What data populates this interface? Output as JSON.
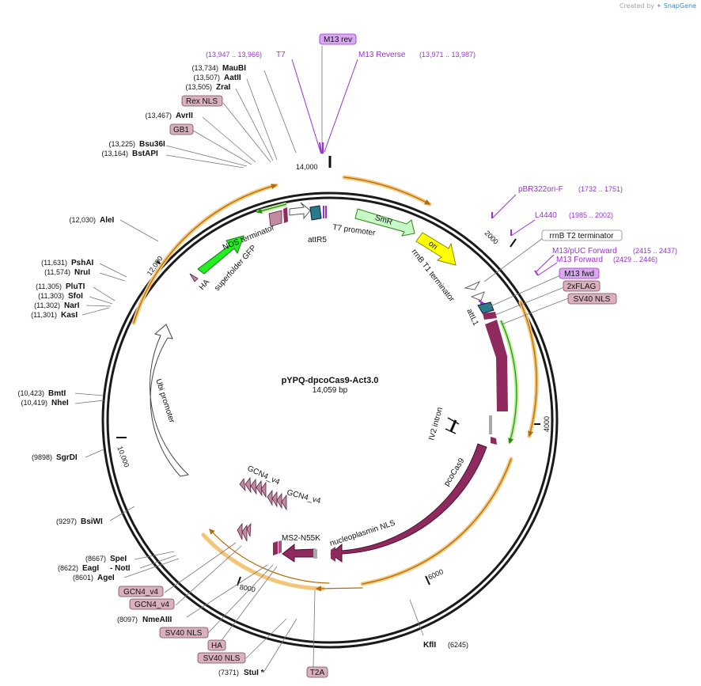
{
  "credit": {
    "prefix": "Created by",
    "brand": "SnapGene"
  },
  "plasmid": {
    "name": "pYPQ-dpcoCas9-Act3.0",
    "length": "14,059 bp"
  },
  "ticks": [
    "2000",
    "4000",
    "6000",
    "8000",
    "10,000",
    "12,000",
    "14,000"
  ],
  "features": {
    "smr": "SmR",
    "ori": "ori",
    "rrnb_t1": "rrnB T1 terminator",
    "attl1": "attL1",
    "iv2_intron": "IV2 intron",
    "pcocas9": "pcoCas9",
    "nucleoplasmin_nls": "nucleoplasmin NLS",
    "ms2": "MS2-N55K",
    "gcn4_a": "GCN4_v4",
    "gcn4_b": "GCN4_v4",
    "ubi": "Ubi promoter",
    "ha": "HA",
    "sfgfp": "superfolder GFP",
    "nos": "NOS terminator",
    "attr5": "attR5",
    "t7": "T7 promoter"
  },
  "top_labels": {
    "m13rev": "M13 rev",
    "t7_coords": "(13,947 .. 13,966)",
    "t7": "T7",
    "m13reverse": "M13 Reverse",
    "m13reverse_coords": "(13,971 .. 13,987)"
  },
  "left_labels": [
    {
      "coord": "(13,734)",
      "name": "MauBI"
    },
    {
      "coord": "(13,507)",
      "name": "AatII"
    },
    {
      "coord": "(13,505)",
      "name": "ZraI"
    },
    {
      "box": "Rex NLS"
    },
    {
      "coord": "(13,467)",
      "name": "AvrII"
    },
    {
      "box": "GB1"
    },
    {
      "coord": "(13,225)",
      "name": "Bsu36I"
    },
    {
      "coord": "(13,164)",
      "name": "BstAPI"
    },
    {
      "coord": "(12,030)",
      "name": "AleI"
    },
    {
      "coord": "(11,631)",
      "name": "PshAI"
    },
    {
      "coord": "(11,574)",
      "name": "NruI"
    },
    {
      "coord": "(11,305)",
      "name": "PluTI"
    },
    {
      "coord": "(11,303)",
      "name": "SfoI"
    },
    {
      "coord": "(11,302)",
      "name": "NarI"
    },
    {
      "coord": "(11,301)",
      "name": "KasI"
    },
    {
      "coord": "(10,423)",
      "name": "BmtI"
    },
    {
      "coord": "(10,419)",
      "name": "NheI"
    },
    {
      "coord": "(9898)",
      "name": "SgrDI"
    },
    {
      "coord": "(9297)",
      "name": "BsiWI"
    },
    {
      "coord": "(8667)",
      "name": "SpeI"
    },
    {
      "coord": "(8622)",
      "name": "EagI",
      "extra": "- NotI"
    },
    {
      "coord": "(8601)",
      "name": "AgeI"
    }
  ],
  "bottom_labels": {
    "gcn4_box1": "GCN4_v4",
    "gcn4_box2": "GCN4_v4",
    "nmeaiii_coord": "(8097)",
    "nmeaiii": "NmeAIII",
    "sv40_box1": "SV40 NLS",
    "ha_box": "HA",
    "sv40_box2": "SV40 NLS",
    "stui_coord": "(7371)",
    "stui": "StuI *",
    "t2a_box": "T2A",
    "kfli": "KflI",
    "kfli_coord": "(6245)"
  },
  "right_labels": {
    "pbr322": "pBR322ori-F",
    "pbr322_coords": "(1732 .. 1751)",
    "l4440": "L4440",
    "l4440_coords": "(1985 .. 2002)",
    "rrnb_t2": "rrnB T2 terminator",
    "m13puc": "M13/pUC Forward",
    "m13puc_coords": "(2415 .. 2437)",
    "m13fwd_primer": "M13 Forward",
    "m13fwd_coords": "(2429 .. 2446)",
    "m13fwd_box": "M13 fwd",
    "flag_box": "2xFLAG",
    "sv40_box": "SV40 NLS"
  },
  "colors": {
    "primer": "#9c2fd6",
    "misc_box": "#d9b0bc",
    "primer_box": "#d8a8f0",
    "cas9": "#8f2a5e",
    "ori": "#ffff00",
    "gfp": "#22ee22",
    "smr": "#c8f8c8",
    "teal": "#2a7a8c",
    "orange": "#f3a536"
  }
}
